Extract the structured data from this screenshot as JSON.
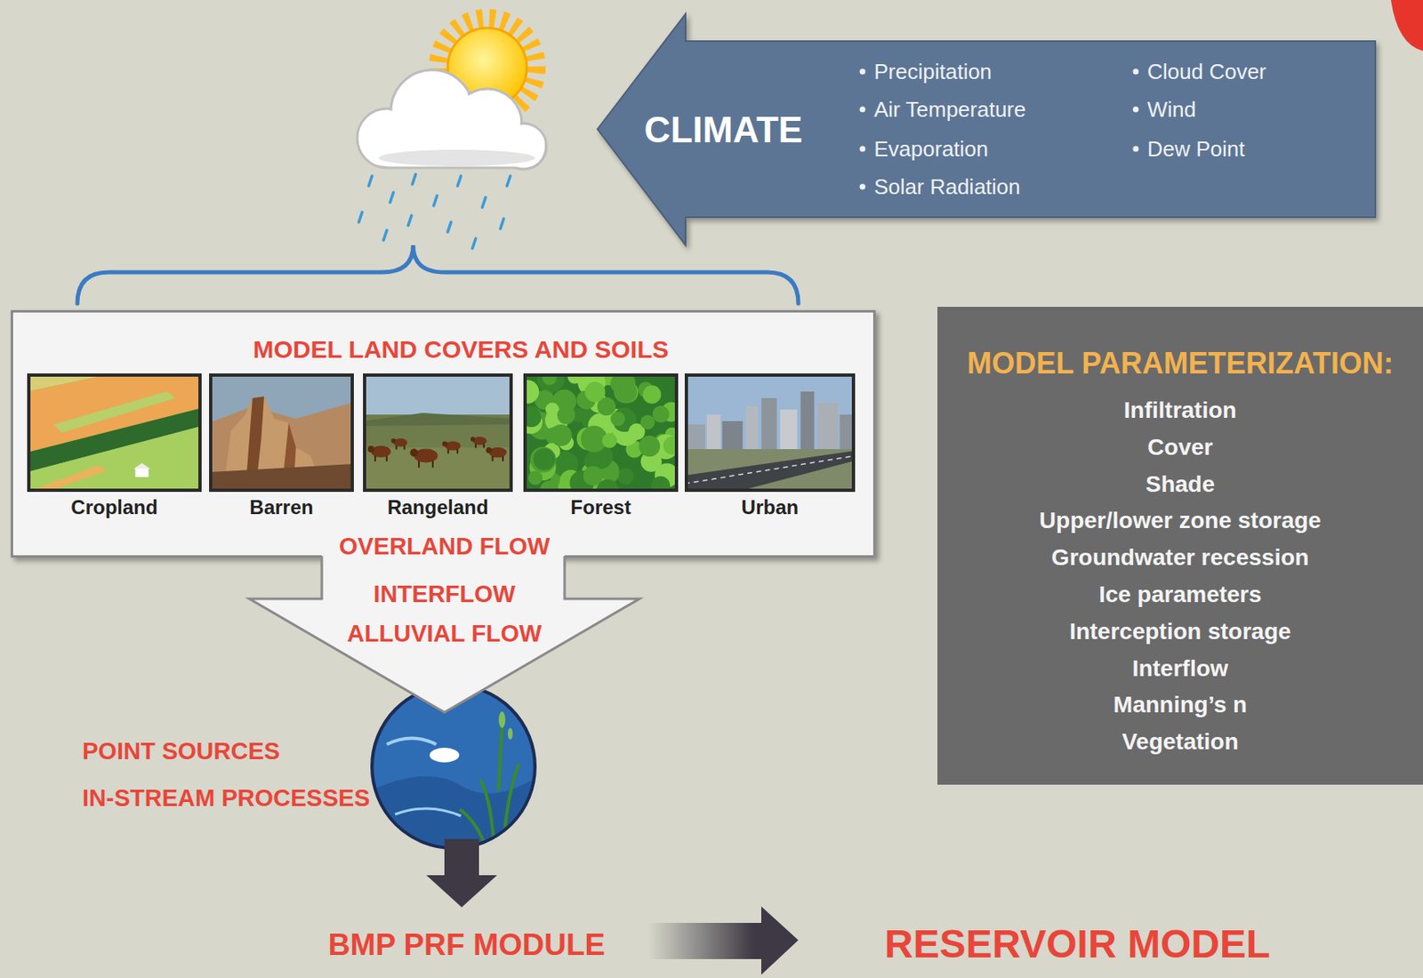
{
  "diagram": {
    "nodes": [
      {
        "text": [
          "CLIMATE",
          "Precipitation",
          "Air Temperature",
          "Evaporation",
          "Solar Radiation",
          "Cloud Cover",
          "Wind",
          "Dew Point"
        ]
      },
      {
        "text": [
          "MODEL LAND COVERS AND SOILS"
        ]
      },
      {
        "text": [
          "Cropland"
        ],
        "in": 1
      },
      {
        "text": [
          "Barren"
        ],
        "in": 1
      },
      {
        "text": [
          "Rangeland"
        ],
        "in": 1
      },
      {
        "text": [
          "Forest"
        ],
        "in": 1
      },
      {
        "text": [
          "Urban"
        ],
        "in": 1
      },
      {
        "text": [
          "OVERLAND FLOW",
          "INTERFLOW",
          "ALLUVIAL FLOW"
        ]
      },
      {
        "text": [
          "MODEL PARAMETERIZATION:",
          "Infiltration",
          "Cover",
          "Shade",
          "Upper/lower zone storage",
          "Groundwater recession",
          "Ice parameters",
          "Interception storage",
          "Interflow",
          "Manning’s n",
          "Vegetation"
        ]
      }
    ],
    "labels": [
      "POINT SOURCES",
      "IN-STREAM PROCESSES",
      "BMP PRF MODULE",
      "RESERVOIR MODEL"
    ]
  }
}
